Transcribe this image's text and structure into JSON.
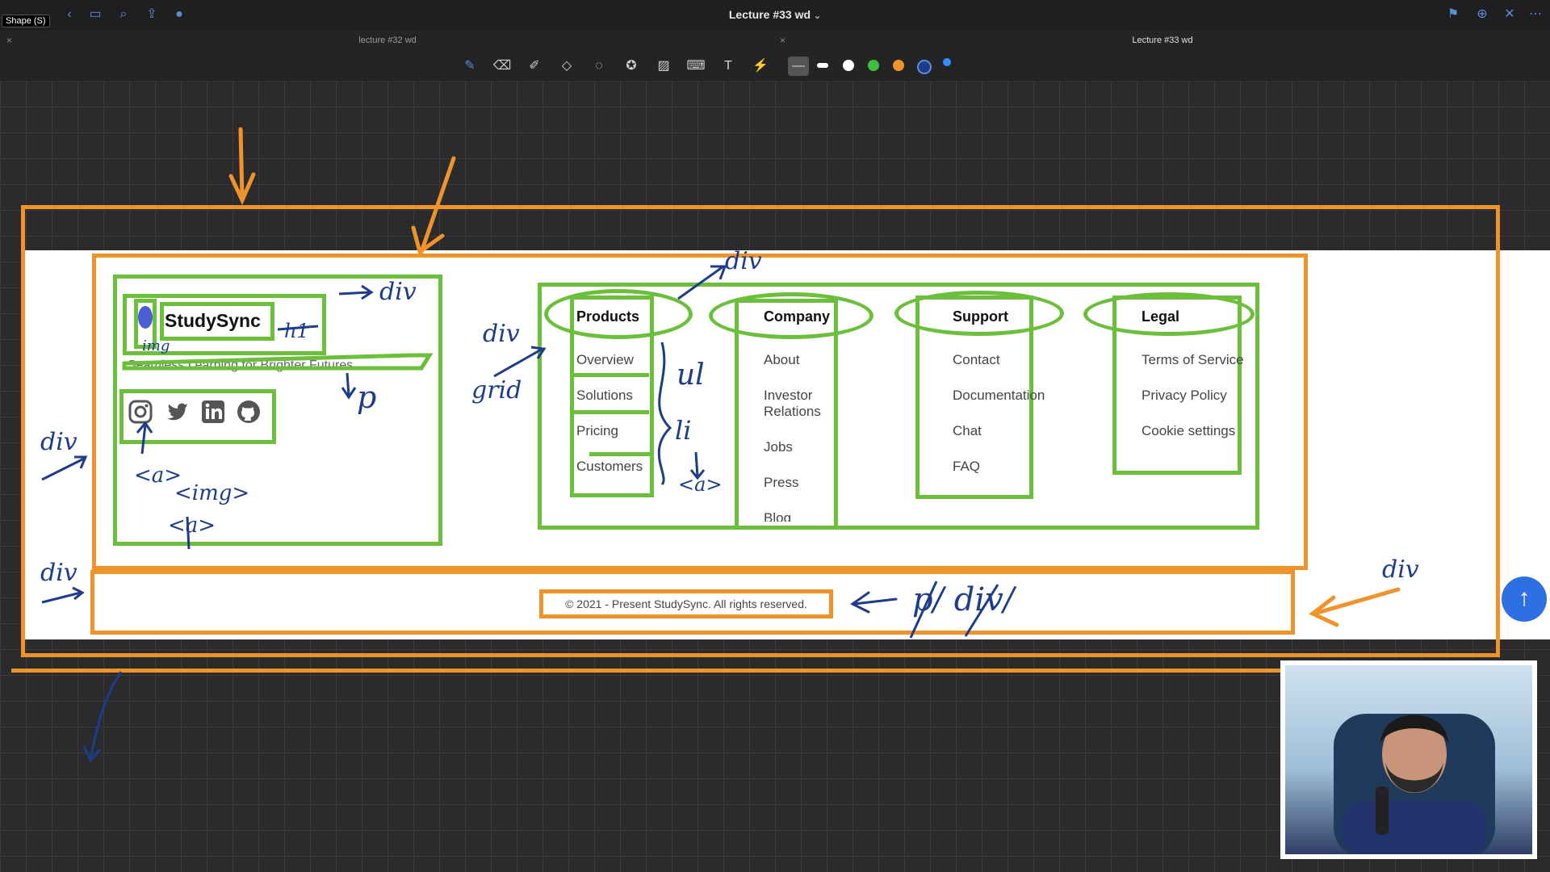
{
  "app": {
    "shape_badge": "Shape (S)",
    "title": "Lecture #33 wd",
    "title_chevron": "⌄",
    "tabs": [
      {
        "label": "lecture #32 wd",
        "active": false
      },
      {
        "label": "Lecture #33 wd",
        "active": true
      }
    ],
    "toolbar_colors": [
      "#ffffff",
      "#ffffff",
      "#3fbf3f",
      "#f0932a",
      "#1e3a8a",
      "#2f8fff"
    ]
  },
  "footer_demo": {
    "brand": "StudySync",
    "tagline": "Seamless Learning for Brighter Futures",
    "social_icons": [
      "instagram-icon",
      "twitter-icon",
      "linkedin-icon",
      "github-icon"
    ],
    "columns": [
      {
        "heading": "Products",
        "links": [
          "Overview",
          "Solutions",
          "Pricing",
          "Customers"
        ]
      },
      {
        "heading": "Company",
        "links": [
          "About",
          "Investor Relations",
          "Jobs",
          "Press",
          "Blog"
        ]
      },
      {
        "heading": "Support",
        "links": [
          "Contact",
          "Documentation",
          "Chat",
          "FAQ"
        ]
      },
      {
        "heading": "Legal",
        "links": [
          "Terms of Service",
          "Privacy Policy",
          "Cookie settings"
        ]
      }
    ],
    "copyright": "© 2021 - Present StudySync. All rights reserved."
  },
  "annotations": {
    "div_brand": "div",
    "h1": "h1",
    "img": "img",
    "p": "p",
    "div_left": "div",
    "a1": "<a>",
    "img_tag": "<img>",
    "a2": "<a>",
    "div_grid": "div",
    "grid": "grid",
    "div_top": "div",
    "ul": "ul",
    "li": "li",
    "a3": "<a>",
    "div_bottom_left": "div",
    "p_div": "p/ div/",
    "div_right": "div"
  },
  "colors": {
    "annotation_orange": "#f0932a",
    "annotation_green": "#6cbf3a",
    "ink": "#1d3c8a"
  }
}
